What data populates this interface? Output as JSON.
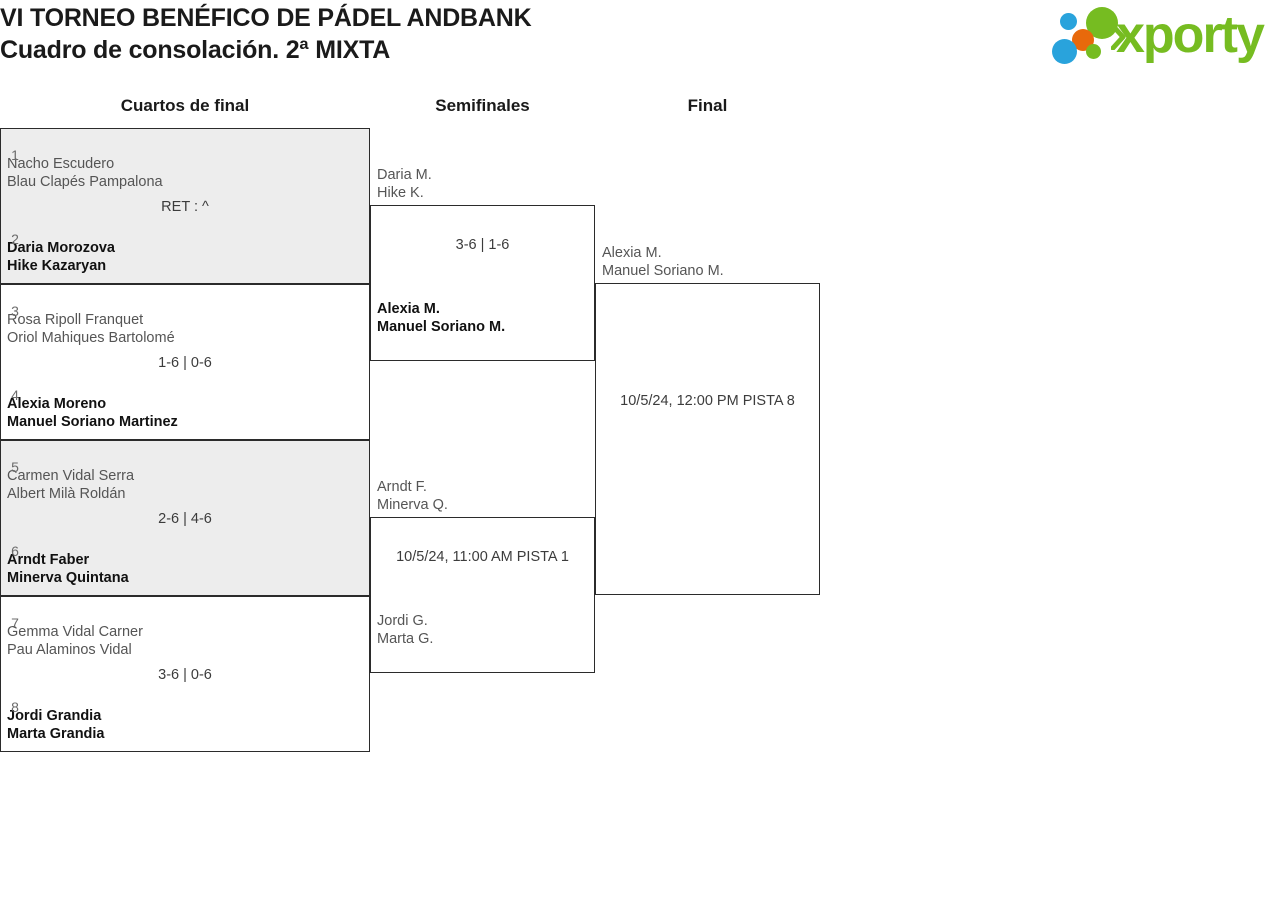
{
  "header": {
    "title_line1": "VI TORNEO BENÉFICO DE PÁDEL ANDBANK",
    "title_line2": "Cuadro de consolación. 2ª MIXTA",
    "logo_word": "xporty",
    "logo_colors": {
      "green": "#76bc21",
      "blue": "#29a3dc",
      "orange": "#e8690b"
    }
  },
  "rounds": [
    {
      "label": "Cuartos de final"
    },
    {
      "label": "Semifinales"
    },
    {
      "label": "Final"
    }
  ],
  "matches": {
    "qf1": {
      "shaded": true,
      "top": {
        "seed": "1",
        "line1": "Nacho Escudero",
        "line2": "Blau Clapés Pampalona",
        "winner": false
      },
      "bottom": {
        "seed": "2",
        "line1": "Daria Morozova",
        "line2": "Hike Kazaryan",
        "winner": true
      },
      "score": "RET : ^"
    },
    "qf2": {
      "shaded": false,
      "top": {
        "seed": "3",
        "line1": "Rosa Ripoll Franquet",
        "line2": "Oriol Mahiques Bartolomé",
        "winner": false
      },
      "bottom": {
        "seed": "4",
        "line1": "Alexia Moreno",
        "line2": "Manuel Soriano Martinez",
        "winner": true
      },
      "score": "1-6 | 0-6"
    },
    "qf3": {
      "shaded": true,
      "top": {
        "seed": "5",
        "line1": "Carmen Vidal Serra",
        "line2": "Albert Milà Roldán",
        "winner": false
      },
      "bottom": {
        "seed": "6",
        "line1": "Arndt Faber",
        "line2": "Minerva Quintana",
        "winner": true
      },
      "score": "2-6 | 4-6"
    },
    "qf4": {
      "shaded": false,
      "top": {
        "seed": "7",
        "line1": "Gemma Vidal Carner",
        "line2": "Pau Alaminos Vidal",
        "winner": false
      },
      "bottom": {
        "seed": "8",
        "line1": "Jordi Grandia",
        "line2": "Marta Grandia",
        "winner": true
      },
      "score": "3-6 | 0-6"
    },
    "sf1": {
      "shaded": false,
      "top": {
        "seed": "",
        "line1": "Daria M.",
        "line2": "Hike K.",
        "winner": false
      },
      "bottom": {
        "seed": "",
        "line1": "Alexia M.",
        "line2": "Manuel Soriano M.",
        "winner": true
      },
      "score": "3-6 | 1-6"
    },
    "sf2": {
      "shaded": false,
      "top": {
        "seed": "",
        "line1": "Arndt F.",
        "line2": "Minerva Q.",
        "winner": false
      },
      "bottom": {
        "seed": "",
        "line1": "Jordi G.",
        "line2": "Marta G.",
        "winner": false
      },
      "score": "10/5/24, 11:00 AM PISTA 1"
    },
    "final": {
      "shaded": false,
      "top": {
        "seed": "",
        "line1": "Alexia M.",
        "line2": "Manuel Soriano M.",
        "winner": false
      },
      "bottom": {
        "seed": "",
        "line1": "",
        "line2": "",
        "winner": false
      },
      "score": "10/5/24, 12:00 PM PISTA 8"
    }
  }
}
